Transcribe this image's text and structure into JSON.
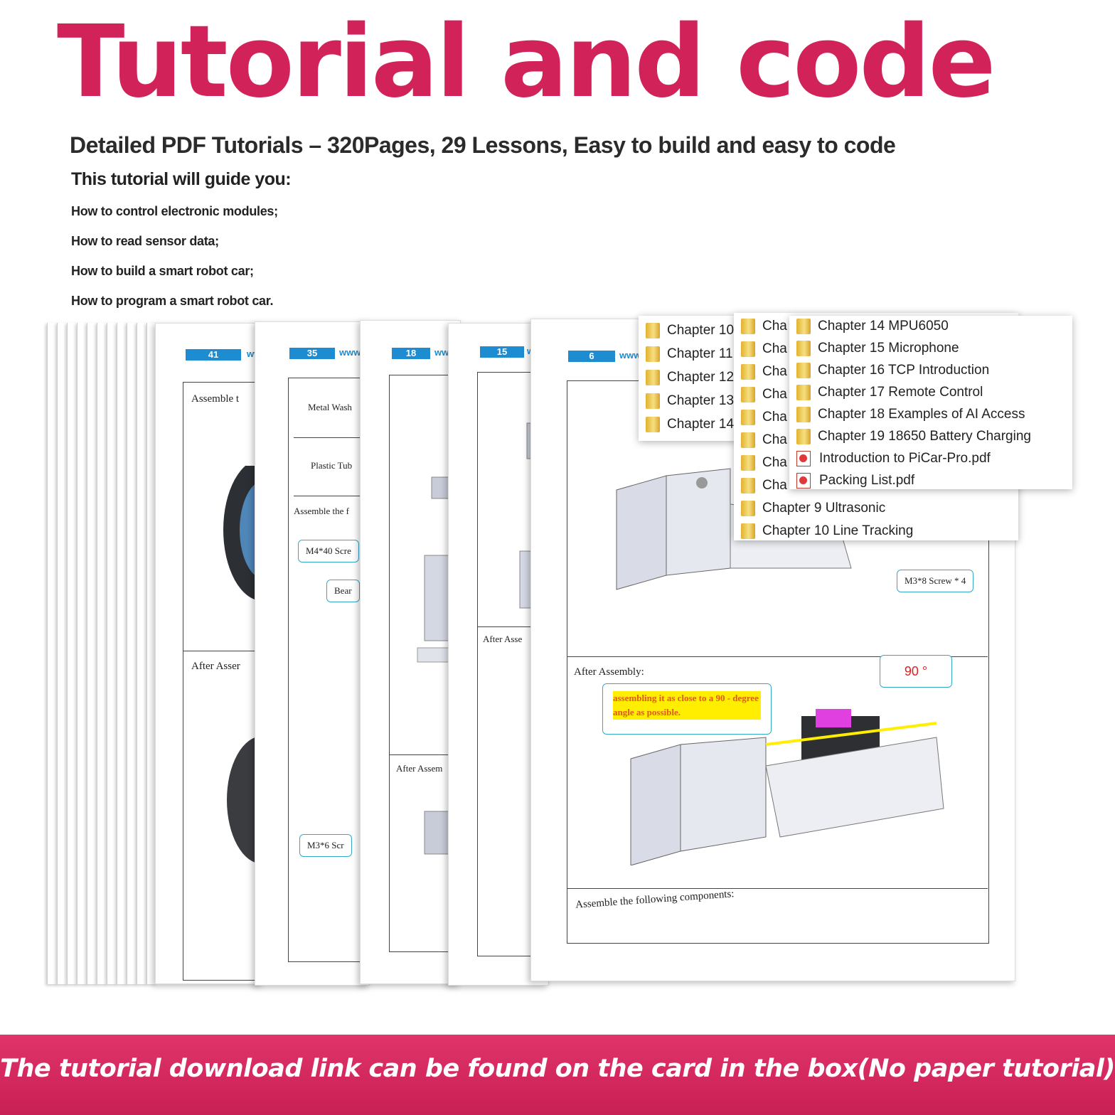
{
  "header": {
    "title": "Tutorial and code",
    "subtitle": "Detailed PDF Tutorials – 320Pages, 29 Lessons, Easy to build and easy to code",
    "guide_heading": "This tutorial will guide you:",
    "bullets": [
      "How to control electronic modules;",
      "How to read sensor data;",
      "How to build a smart robot car;",
      "How to program a smart robot car."
    ]
  },
  "pages": {
    "p41": {
      "num": "41",
      "url": "ww",
      "top": "Assemble t",
      "bottom": "After Asser"
    },
    "p35": {
      "num": "35",
      "url": "www",
      "row1": "Metal Wash",
      "row2": "Plastic Tub",
      "assemble": "Assemble the f",
      "c1": "M4*40 Scre",
      "c2": "Bear",
      "c3": "M3*6 Scr"
    },
    "p18": {
      "num": "18",
      "url": "ww",
      "after": "After Assem"
    },
    "p15": {
      "num": "15",
      "url": "w",
      "after": "After Asse"
    },
    "p6": {
      "num": "6",
      "url": "www",
      "screw": "M3*8 Screw * 4",
      "after": "After Assembly:",
      "note": "assembling it as close to a 90 - degree angle as possible.",
      "angle": "90 °",
      "assemble": "Assemble the following components:"
    }
  },
  "folders": {
    "left": [
      "Chapter 10",
      "Chapter 11",
      "Chapter 12",
      "Chapter 13",
      "Chapter 14"
    ],
    "middle": [
      "Cha",
      "Cha",
      "Cha",
      "Cha",
      "Cha",
      "Cha",
      "Cha",
      "Cha",
      "Chapter 9 Ultrasonic",
      "Chapter 10 Line Tracking"
    ],
    "right": [
      "Chapter 14 MPU6050",
      "Chapter 15 Microphone",
      "Chapter 16 TCP Introduction",
      "Chapter 17 Remote Control",
      "Chapter 18 Examples of AI Access",
      "Chapter 19 18650 Battery Charging"
    ],
    "files": [
      "Introduction to PiCar-Pro.pdf",
      "Packing List.pdf"
    ]
  },
  "footer": {
    "text": "The tutorial download link can be found on the card in the box(No paper tutorial)"
  },
  "colors": {
    "brand": "#d2225a",
    "page_accent": "#1d8cd0",
    "callout": "#36a9c9",
    "highlight": "#ffee00"
  }
}
